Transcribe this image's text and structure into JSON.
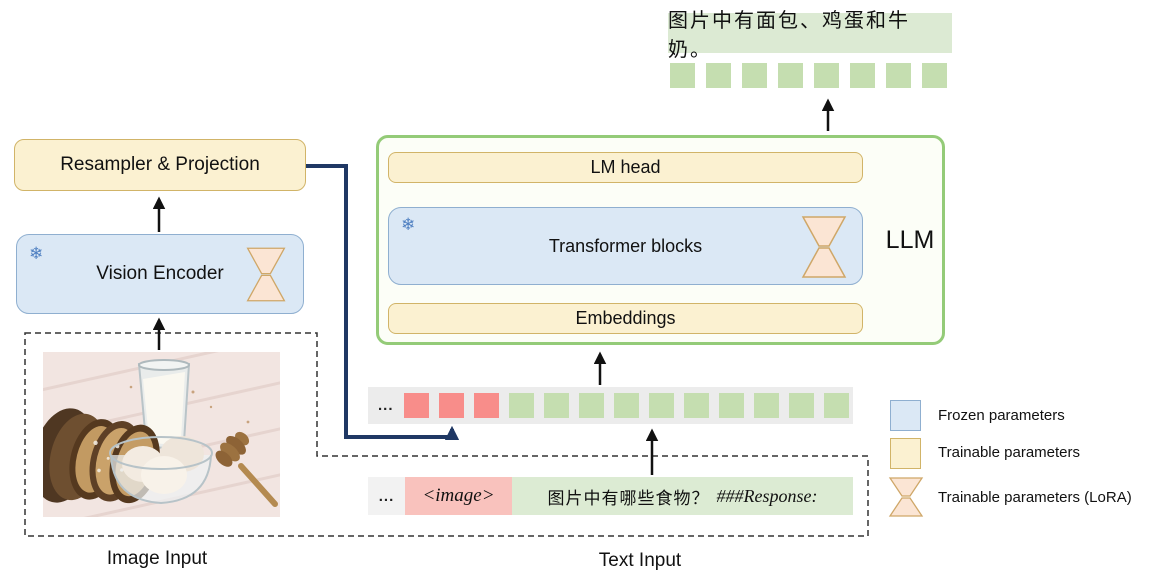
{
  "output": {
    "text": "图片中有面包、鸡蛋和牛奶。",
    "token_count": 8
  },
  "vision_path": {
    "resampler_label": "Resampler & Projection",
    "vision_encoder_label": "Vision Encoder"
  },
  "llm": {
    "container_label": "LLM",
    "lm_head_label": "LM head",
    "transformer_label": "Transformer blocks",
    "embeddings_label": "Embeddings"
  },
  "token_bar": {
    "ellipsis": "...",
    "image_token_count": 3,
    "text_token_count": 10
  },
  "text_input_bar": {
    "ellipsis": "...",
    "image_tag": "<image>",
    "prompt_zh": "图片中有哪些食物？",
    "prompt_en": "###Response:"
  },
  "captions": {
    "image_input": "Image Input",
    "text_input": "Text Input"
  },
  "legend": {
    "frozen": "Frozen parameters",
    "trainable": "Trainable parameters",
    "lora": "Trainable parameters (LoRA)"
  },
  "icons": {
    "frozen_snowflake": "❄"
  },
  "colors": {
    "frozen_fill": "#dbe8f5",
    "frozen_border": "#8fafd0",
    "trainable_fill": "#fbf1d1",
    "trainable_border": "#d1b468",
    "lora_fill": "#fbe5d4",
    "lora_border": "#cfa768",
    "llm_border": "#94cb78",
    "green_token": "#c5deb0",
    "red_token": "#f88d8a",
    "image_tag_bg": "#f9c2bd",
    "prompt_bg": "#dcebd3",
    "token_bar_bg": "#ececec",
    "output_text_bg": "#dcead3",
    "connector_navy": "#1f3864"
  }
}
